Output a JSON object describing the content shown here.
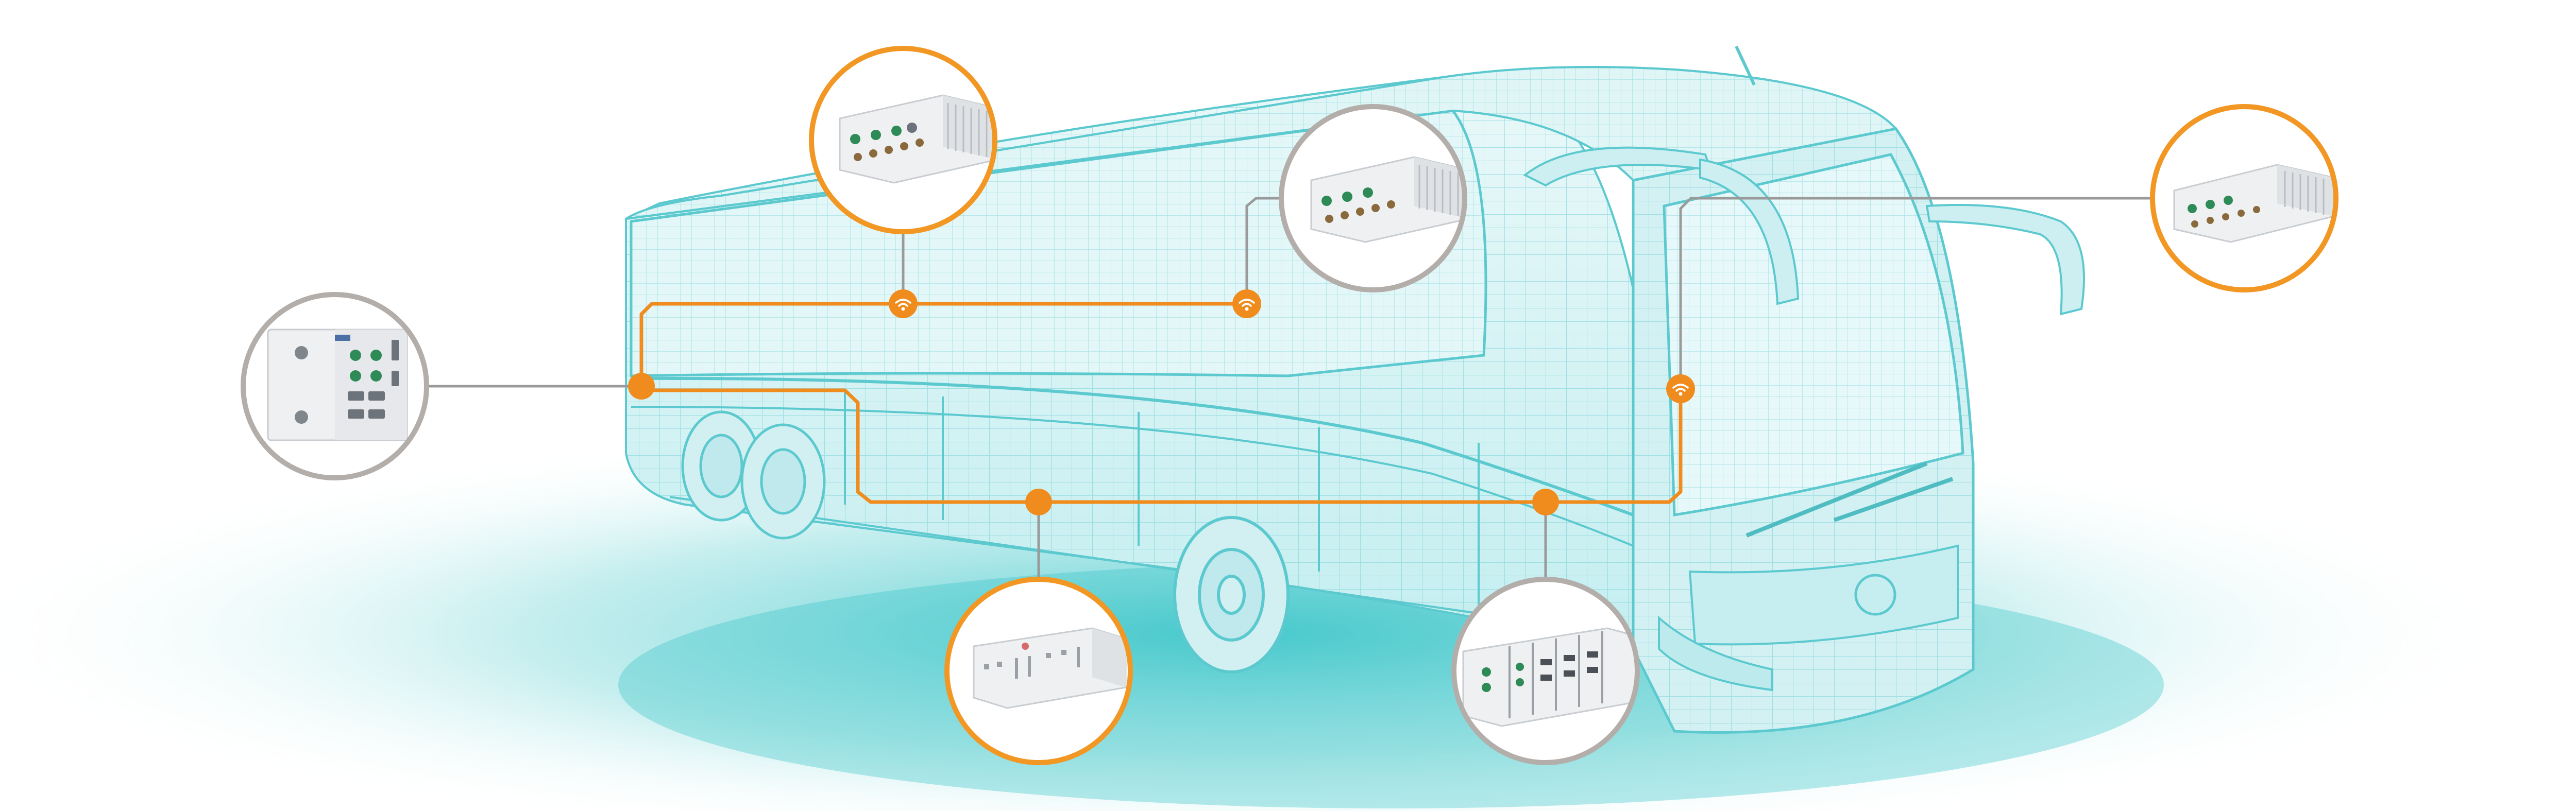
{
  "colors": {
    "background": "#ffffff",
    "floor_glow": "#33c4c8",
    "wireframe_stroke": "#5cc9cf",
    "wireframe_fill": "#d6f3f4",
    "network_line": "#f08c1e",
    "connector_line": "#9a9a9a",
    "device_ring_orange": "#f29724",
    "device_ring_gray": "#b3aeaa",
    "device_body": "#eef0f2",
    "port_green": "#2e8b57"
  },
  "icons": {
    "wifi": "wifi-icon",
    "node": "network-node-dot"
  },
  "devices": [
    {
      "id": "rear-box",
      "ring": "gray",
      "icon": "embedded-computer-panel"
    },
    {
      "id": "roof-rear",
      "ring": "orange",
      "icon": "fanless-computer-box"
    },
    {
      "id": "roof-front",
      "ring": "gray",
      "icon": "fanless-computer-box"
    },
    {
      "id": "windshield",
      "ring": "orange",
      "icon": "fanless-computer-box"
    },
    {
      "id": "luggage-bay",
      "ring": "orange",
      "icon": "rugged-chassis"
    },
    {
      "id": "front-bay",
      "ring": "gray",
      "icon": "modular-rack-chassis"
    }
  ]
}
